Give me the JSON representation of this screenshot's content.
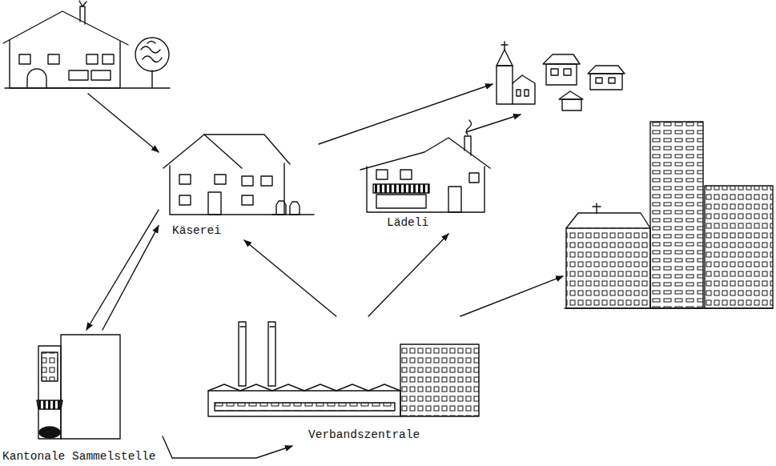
{
  "diagram": {
    "nodes": [
      {
        "text": []
      },
      {
        "text": []
      },
      {
        "text": [
          "Käserei"
        ]
      },
      {
        "text": [
          "Lädeli"
        ]
      },
      {
        "text": []
      },
      {
        "text": [
          "Kantonale Sammelstelle"
        ]
      },
      {
        "text": [
          "Verbandszentrale"
        ]
      }
    ],
    "edges": [
      {
        "from": 0,
        "to": 2,
        "arrow": "to"
      },
      {
        "from": 2,
        "to": 1,
        "arrow": "to"
      },
      {
        "from": 3,
        "to": 1,
        "arrow": "to"
      },
      {
        "from": 2,
        "to": 5,
        "arrow": "to"
      },
      {
        "from": 5,
        "to": 2,
        "arrow": "to"
      },
      {
        "from": 5,
        "to": 6,
        "arrow": "to"
      },
      {
        "from": 6,
        "to": 2,
        "arrow": "to"
      },
      {
        "from": 6,
        "to": 3,
        "arrow": "to"
      },
      {
        "from": 6,
        "to": 4,
        "arrow": "to"
      }
    ]
  }
}
